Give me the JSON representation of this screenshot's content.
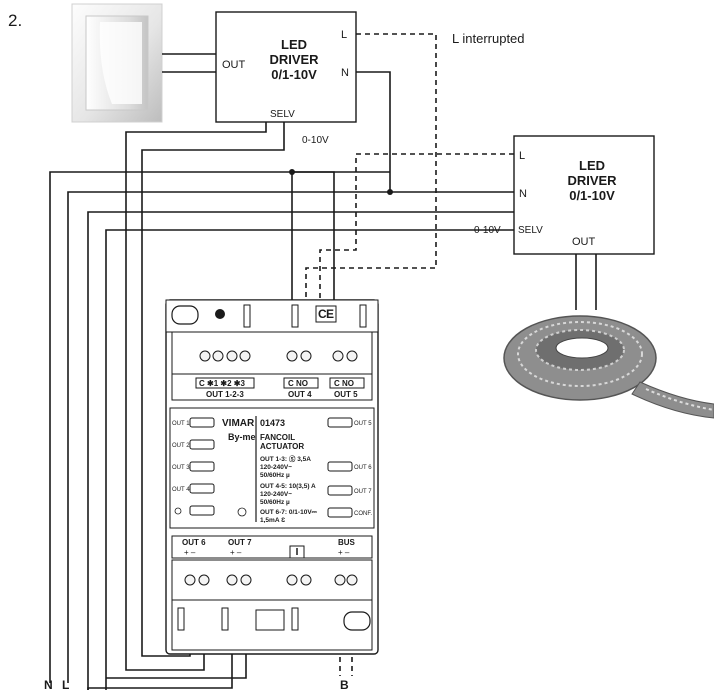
{
  "figure_number": "2.",
  "driver1": {
    "title_lines": [
      "LED",
      "DRIVER",
      "0/1-10V"
    ],
    "out_label": "OUT",
    "l_label": "L",
    "n_label": "N",
    "selv_label": "SELV",
    "v_label": "0-10V"
  },
  "driver2": {
    "title_lines": [
      "LED",
      "DRIVER",
      "0/1-10V"
    ],
    "l_label": "L",
    "n_label": "N",
    "selv_label": "SELV",
    "out_label": "OUT",
    "v_label": "0-10V"
  },
  "annotation_l_interrupted": "L interrupted",
  "bottom_labels": {
    "n": "N",
    "l": "L",
    "b": "B"
  },
  "actuator": {
    "brand": "VIMAR",
    "series": "By-me",
    "code": "01473",
    "name_lines": [
      "FANCOIL",
      "ACTUATOR"
    ],
    "spec_lines": [
      "OUT 1-3: Ⓢ 3,5A",
      "120-240V~",
      "50/60Hz µ",
      "OUT 4-5: 10(3,5) A",
      "120-240V~",
      "50/60Hz µ",
      "OUT 6-7: 0/1-10V⎓",
      "1,5mA Ɛ"
    ],
    "top_terminal_groups": [
      {
        "terminals": "C ✱1 ✱2 ✱3",
        "label": "OUT 1-2-3"
      },
      {
        "terminals": "C  NO",
        "label": "OUT 4"
      },
      {
        "terminals": "C  NO",
        "label": "OUT 5"
      }
    ],
    "left_leds": [
      "OUT 1",
      "OUT 2",
      "OUT 3",
      "OUT 4"
    ],
    "right_leds": [
      "OUT 5",
      "OUT 6",
      "OUT 7"
    ],
    "conf_label": "CONF.",
    "bottom_groups": [
      {
        "label": "OUT 6",
        "polarity": "+  –"
      },
      {
        "label": "OUT 7",
        "polarity": "+  –"
      },
      {
        "label": "BUS",
        "polarity": "+  –"
      }
    ]
  }
}
